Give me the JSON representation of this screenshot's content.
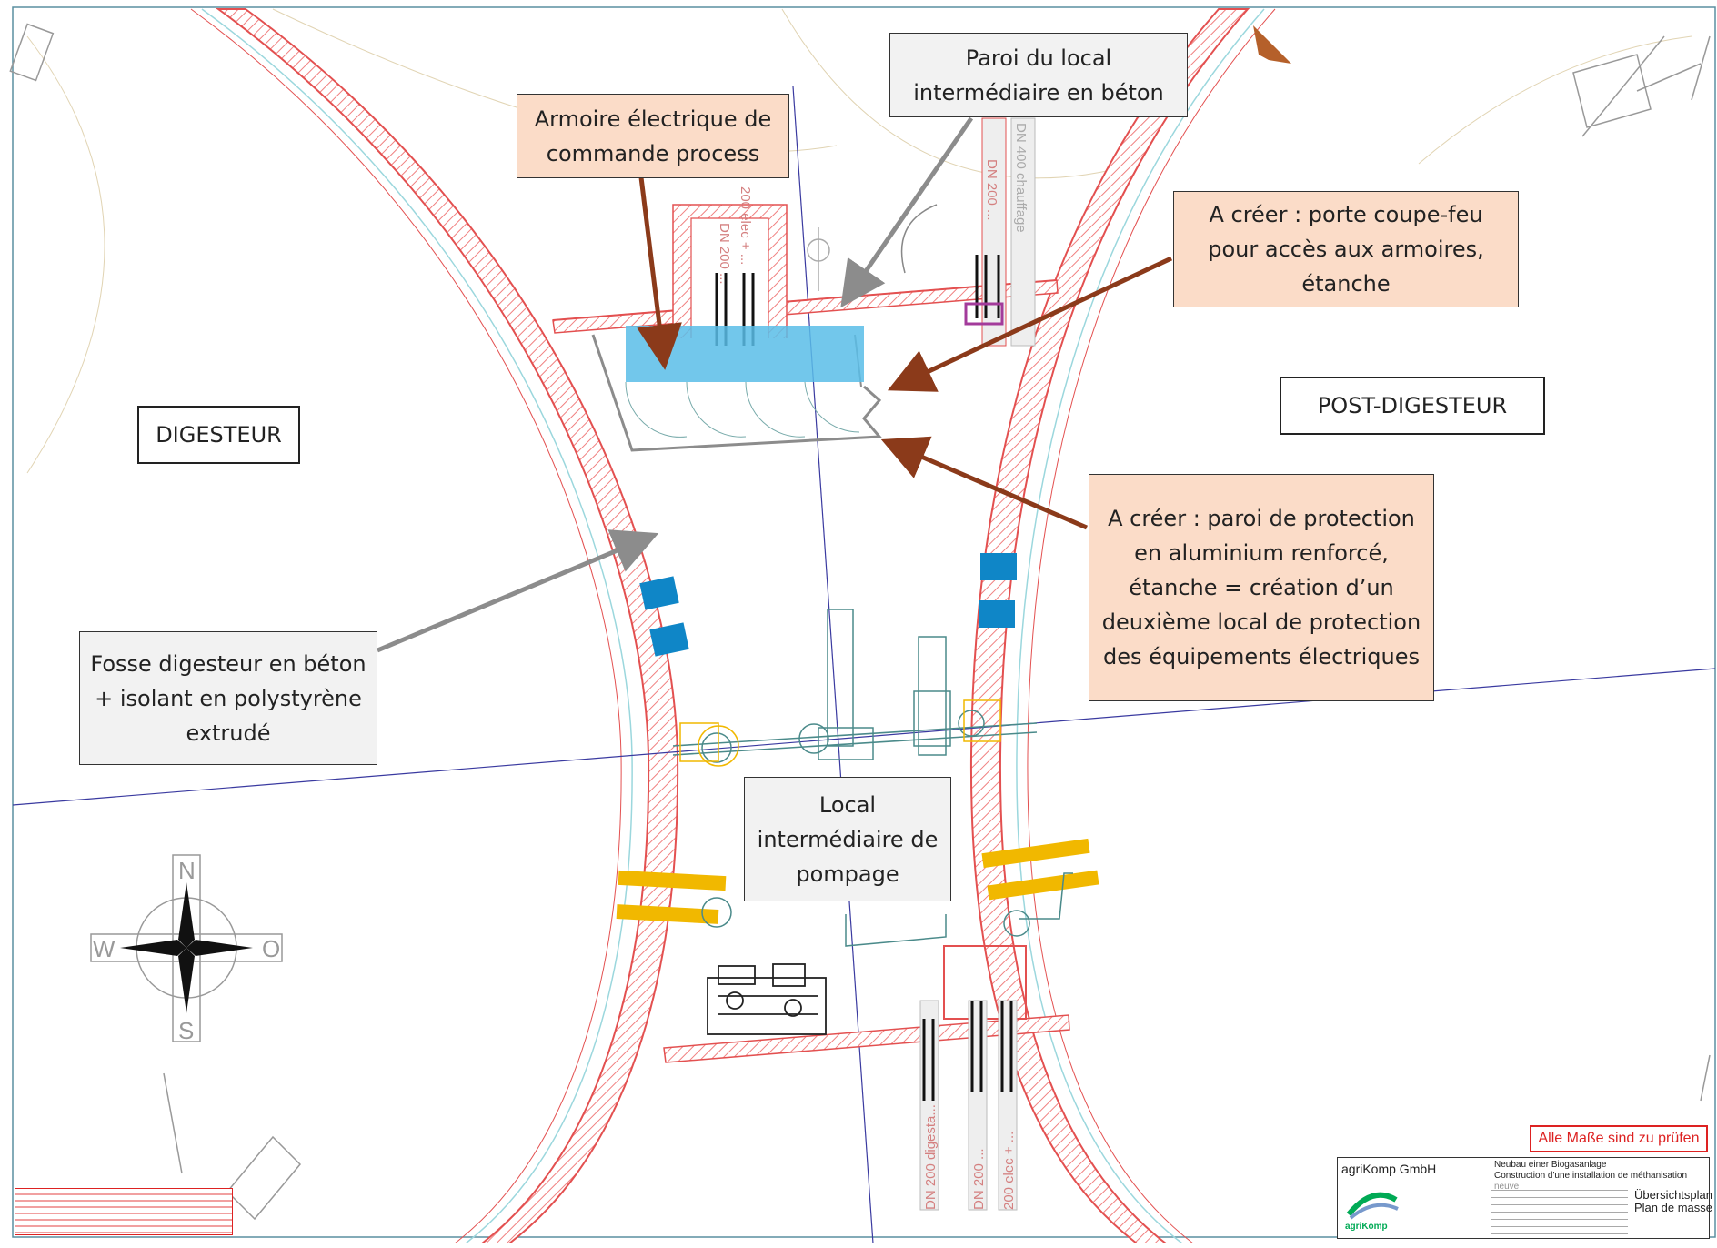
{
  "callouts": {
    "paroi_local": "Paroi du local intermédiaire en béton",
    "armoire": "Armoire électrique de commande process",
    "porte": "A créer : porte coupe-feu pour accès aux armoires, étanche",
    "digesteur": "DIGESTEUR",
    "post_digesteur": "POST-DIGESTEUR",
    "paroi_protection": "A créer : paroi de protection en aluminium renforcé, étanche = création d’un deuxième local de protection des équipements électriques",
    "fosse": "Fosse digesteur en béton + isolant en polystyrène extrudé",
    "local_pompage": "Local intermédiaire de pompage"
  },
  "compass": {
    "n": "N",
    "s": "S",
    "w": "W",
    "e": "O"
  },
  "pipes": {
    "top_left_1": "DN 200 ...",
    "top_left_2": "200 elec + ...",
    "top_right_1": "DN 200 ...",
    "top_right_2": "DN 400 chauffage",
    "bottom_1": "DN 200 digesta...",
    "bottom_2": "DN 200 ...",
    "bottom_3": "200 elec + ..."
  },
  "warning": "Alle Maße sind zu prüfen",
  "title_block": {
    "company": "agriKomp GmbH",
    "logo_text": "agriKomp",
    "project_de": "Neubau einer Biogasanlage",
    "project_fr": "Construction d'une installation de méthanisation neuve",
    "plan_de": "Übersichtsplan",
    "plan_fr": "Plan de masse"
  },
  "colors": {
    "wall_red": "#e35050",
    "wall_hatch": "#f08080",
    "cyan_line": "#9bd7dd",
    "axis_blue": "#3a3aa0",
    "cabinet_blue": "#59bde8",
    "block_blue": "#0f86c7",
    "yellow": "#f1b800",
    "arrow_brown": "#8b3a1a",
    "arrow_gray": "#8c8c8c",
    "orange_marker": "#b5602a"
  }
}
